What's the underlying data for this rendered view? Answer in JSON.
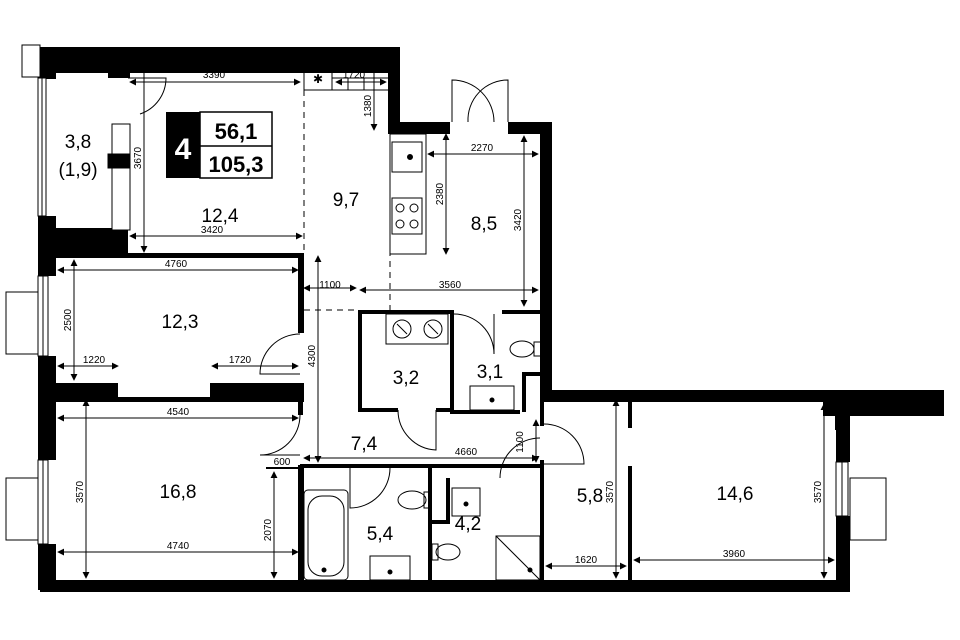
{
  "badge": {
    "rooms": "4",
    "living_area": "56,1",
    "total_area": "105,3"
  },
  "rooms": {
    "balcony": "3,8",
    "balcony_sub": "(1,9)",
    "living": "12,4",
    "kitchen": "9,7",
    "bedroom_ne": "8,5",
    "bedroom_w": "12,3",
    "storage": "3,2",
    "wc_small": "3,1",
    "hall": "7,4",
    "bedroom_sw": "16,8",
    "bathroom": "5,4",
    "wc": "4,2",
    "dressing": "5,8",
    "bedroom_e": "14,6"
  },
  "dims": {
    "d3390": "3390",
    "d1720a": "1720",
    "d1380": "1380",
    "d3670": "3670",
    "d3420a": "3420",
    "d2270": "2270",
    "d2380": "2380",
    "d3420b": "3420",
    "d4760": "4760",
    "d2500": "2500",
    "d1100a": "1100",
    "d3560": "3560",
    "d1220": "1220",
    "d1720b": "1720",
    "d4300": "4300",
    "d4540": "4540",
    "d4660": "4660",
    "d1100b": "1100",
    "d600": "600",
    "d3570a": "3570",
    "d2070": "2070",
    "d4740": "4740",
    "d3570b": "3570",
    "d1620": "1620",
    "d3960": "3960",
    "d3570c": "3570"
  }
}
